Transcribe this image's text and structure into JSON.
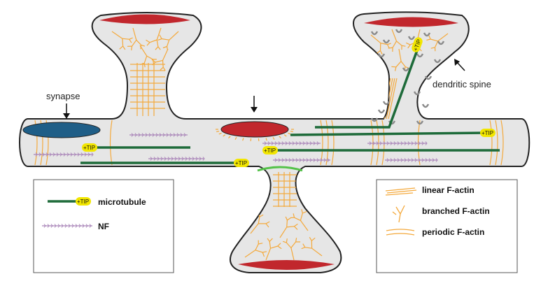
{
  "labels": {
    "synapse": "synapse",
    "dendritic_spine": "dendritic spine"
  },
  "tip_label": "+TIP",
  "legend_left": {
    "microtubule": "microtubule",
    "nf": "NF"
  },
  "legend_right": {
    "linear": "linear F-actin",
    "branched": "branched F-actin",
    "periodic": "periodic F-actin"
  },
  "colors": {
    "membrane_fill": "#e6e6e6",
    "outline": "#222222",
    "microtubule": "#1e6b3a",
    "tip": "#f2e600",
    "nf": "#a985b8",
    "actin": "#f4a93c",
    "psd_red": "#c1272d",
    "synapse_blue": "#1f5e87",
    "green_arc": "#55c24a",
    "receptor": "#8a8a8a"
  }
}
